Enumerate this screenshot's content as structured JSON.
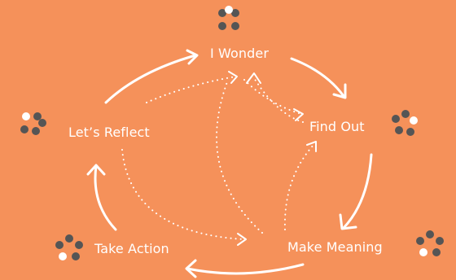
{
  "colors": {
    "background": "#F5915A",
    "arrow": "#FFFFFF",
    "dot_dark": "#555555",
    "dot_light": "#FFFFFF"
  },
  "nodes": [
    {
      "id": "wonder",
      "label": "I Wonder",
      "icon": "five-dot-cluster-icon"
    },
    {
      "id": "find",
      "label": "Find Out",
      "icon": "five-dot-cluster-icon"
    },
    {
      "id": "meaning",
      "label": "Make Meaning",
      "icon": "five-dot-cluster-icon"
    },
    {
      "id": "action",
      "label": "Take Action",
      "icon": "five-dot-cluster-icon"
    },
    {
      "id": "reflect",
      "label": "Let’s Reflect",
      "icon": "five-dot-cluster-icon"
    }
  ],
  "edges": {
    "cycle": [
      {
        "from": "reflect",
        "to": "wonder",
        "style": "solid"
      },
      {
        "from": "wonder",
        "to": "find",
        "style": "solid"
      },
      {
        "from": "find",
        "to": "meaning",
        "style": "solid"
      },
      {
        "from": "meaning",
        "to": "action",
        "style": "solid"
      },
      {
        "from": "action",
        "to": "reflect",
        "style": "solid"
      }
    ],
    "cross": [
      {
        "from": "reflect",
        "to": "wonder",
        "style": "dotted"
      },
      {
        "from": "reflect",
        "to": "meaning",
        "style": "dotted"
      },
      {
        "from": "find",
        "to": "wonder",
        "style": "dotted"
      },
      {
        "from": "wonder",
        "to": "find",
        "style": "dotted"
      },
      {
        "from": "meaning",
        "to": "wonder",
        "style": "dotted"
      },
      {
        "from": "meaning",
        "to": "find",
        "style": "dotted"
      }
    ]
  }
}
